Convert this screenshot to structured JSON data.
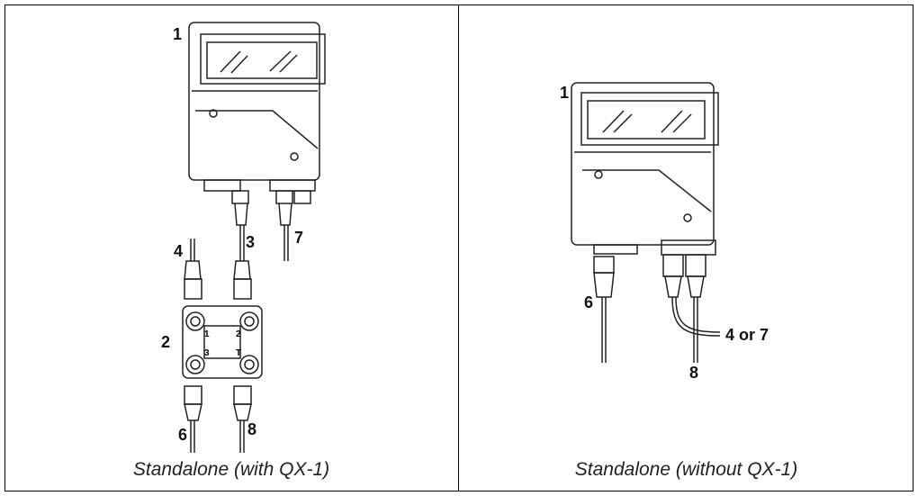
{
  "panels": [
    {
      "caption": "Standalone (with QX-1)",
      "labels": {
        "scanner": "1",
        "hub": "2",
        "cable_a": "3",
        "cable_b": "4",
        "cable_c": "6",
        "cable_d": "7",
        "cable_e": "8"
      },
      "hub_ports": [
        "1",
        "2",
        "3",
        "T"
      ]
    },
    {
      "caption": "Standalone (without QX-1)",
      "labels": {
        "scanner": "1",
        "cable_c": "6",
        "cable_shared": "4 or 7",
        "cable_e": "8"
      }
    }
  ]
}
